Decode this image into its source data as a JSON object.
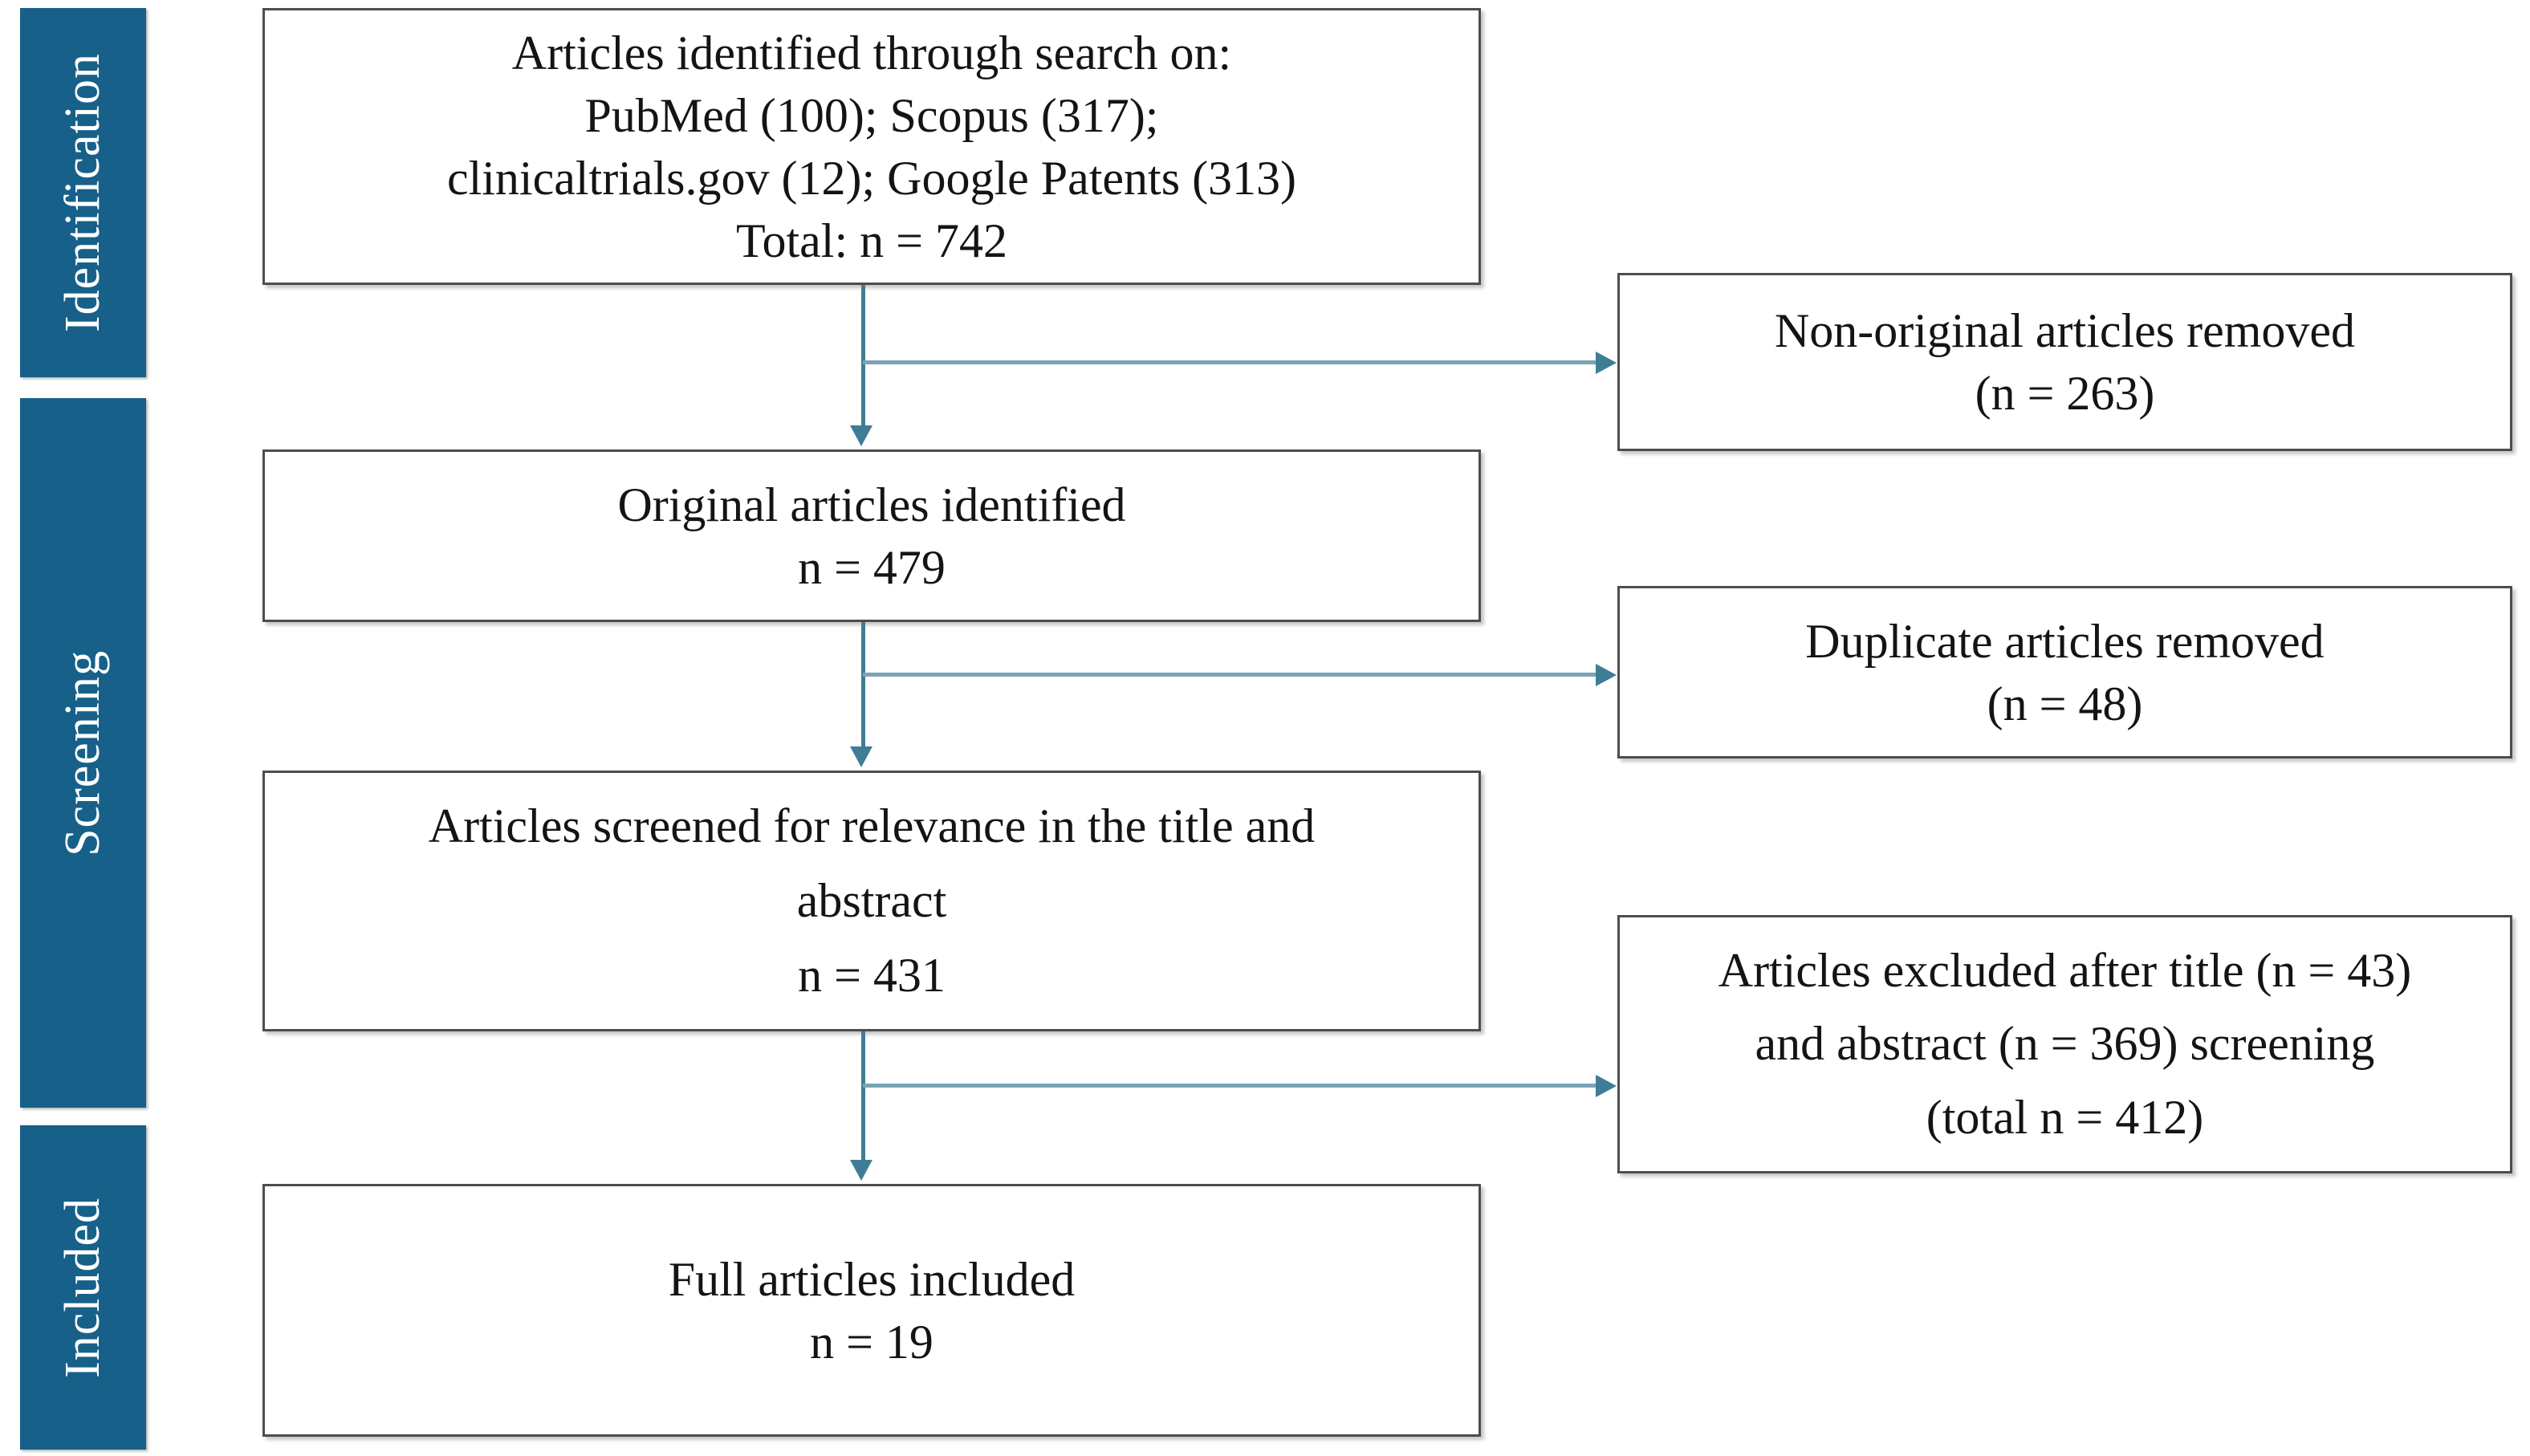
{
  "diagram": {
    "title": "PRISMA flow diagram of literature search and article selection",
    "accent_color": "#176089",
    "connector_color": "#3f7d96",
    "box_border_color": "#4d4d4d"
  },
  "phases": [
    {
      "id": "identification",
      "label": "Identification"
    },
    {
      "id": "screening",
      "label": "Screening"
    },
    {
      "id": "included",
      "label": "Included"
    }
  ],
  "main_boxes": [
    {
      "id": "identified",
      "lines": [
        "Articles identified through search on:",
        "PubMed (100); Scopus (317);",
        "clinicaltrials.gov (12); Google Patents (313)",
        "Total: n = 742"
      ]
    },
    {
      "id": "original",
      "lines": [
        "Original articles identified",
        "n = 479"
      ]
    },
    {
      "id": "screened",
      "lines": [
        "Articles screened for relevance in the title and",
        "abstract",
        "n = 431"
      ]
    },
    {
      "id": "included",
      "lines": [
        "Full articles included",
        "n = 19"
      ]
    }
  ],
  "side_boxes": [
    {
      "id": "nonoriginal",
      "lines": [
        "Non-original articles removed",
        "(n = 263)"
      ]
    },
    {
      "id": "duplicate",
      "lines": [
        "Duplicate articles removed",
        "(n = 48)"
      ]
    },
    {
      "id": "excluded",
      "lines": [
        "Articles excluded after title (n = 43)",
        "and abstract (n = 369) screening",
        "(total n = 412)"
      ]
    }
  ],
  "chart_data": {
    "type": "flowchart",
    "title": "PRISMA article selection flow",
    "nodes": [
      {
        "id": "identified",
        "phase": "Identification",
        "label": "Articles identified through search on: PubMed (100); Scopus (317); clinicaltrials.gov (12); Google Patents (313)",
        "n": 742
      },
      {
        "id": "nonoriginal",
        "phase": "Identification",
        "label": "Non-original articles removed",
        "n": 263
      },
      {
        "id": "original",
        "phase": "Screening",
        "label": "Original articles identified",
        "n": 479
      },
      {
        "id": "duplicate",
        "phase": "Screening",
        "label": "Duplicate articles removed",
        "n": 48
      },
      {
        "id": "screened",
        "phase": "Screening",
        "label": "Articles screened for relevance in the title and abstract",
        "n": 431
      },
      {
        "id": "excluded",
        "phase": "Screening",
        "label": "Articles excluded after title (n = 43) and abstract (n = 369) screening",
        "n": 412
      },
      {
        "id": "included",
        "phase": "Included",
        "label": "Full articles included",
        "n": 19
      }
    ],
    "sources": [
      {
        "name": "PubMed",
        "count": 100
      },
      {
        "name": "Scopus",
        "count": 317
      },
      {
        "name": "clinicaltrials.gov",
        "count": 12
      },
      {
        "name": "Google Patents",
        "count": 313
      }
    ],
    "exclusions": [
      {
        "name": "Title screening",
        "count": 43
      },
      {
        "name": "Abstract screening",
        "count": 369
      }
    ],
    "edges": [
      {
        "from": "identified",
        "to": "original",
        "kind": "down"
      },
      {
        "from": "identified",
        "to": "nonoriginal",
        "kind": "right"
      },
      {
        "from": "original",
        "to": "screened",
        "kind": "down"
      },
      {
        "from": "original",
        "to": "duplicate",
        "kind": "right"
      },
      {
        "from": "screened",
        "to": "included",
        "kind": "down"
      },
      {
        "from": "screened",
        "to": "excluded",
        "kind": "right"
      }
    ]
  }
}
